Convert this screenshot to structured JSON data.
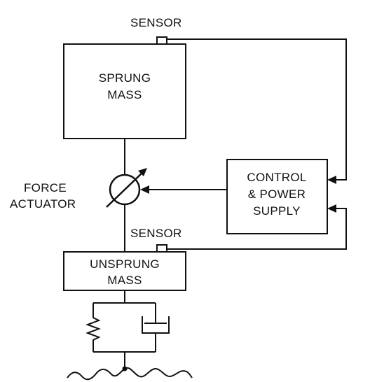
{
  "labels": {
    "sensor_top": "SENSOR",
    "sprung_mass_line1": "SPRUNG",
    "sprung_mass_line2": "MASS",
    "force_actuator_line1": "FORCE",
    "force_actuator_line2": "ACTUATOR",
    "control_line1": "CONTROL",
    "control_line2": "& POWER",
    "control_line3": "SUPPLY",
    "sensor_bottom": "SENSOR",
    "unsprung_mass_line1": "UNSPRUNG",
    "unsprung_mass_line2": "MASS"
  },
  "icons": {
    "spring": "spring-icon",
    "damper": "damper-icon",
    "ground": "road-surface-icon",
    "actuator": "variable-actuator-icon"
  },
  "colors": {
    "ink": "#111111",
    "background": "#ffffff"
  }
}
